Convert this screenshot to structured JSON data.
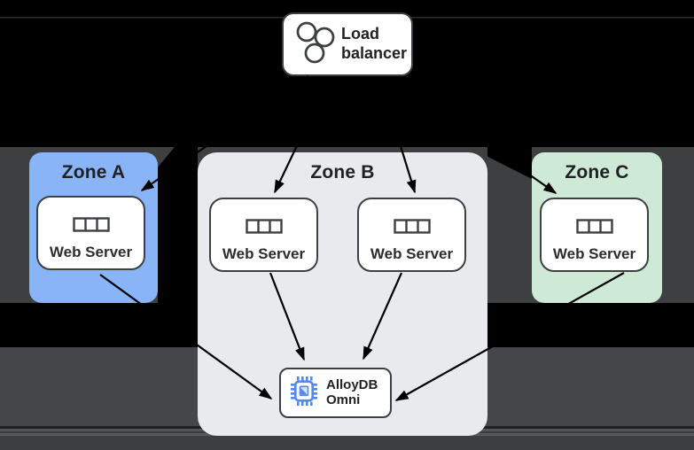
{
  "diagram": {
    "load_balancer": {
      "label": "Load balancer",
      "label_lines": [
        "Load",
        "balancer"
      ],
      "icon": "load-balancer-circles-icon"
    },
    "zones": [
      {
        "label": "Zone A",
        "color": "#8ab4f8",
        "servers": [
          {
            "label": "Web Server"
          }
        ]
      },
      {
        "label": "Zone B",
        "color": "#e8eaed",
        "servers": [
          {
            "label": "Web Server"
          },
          {
            "label": "Web Server"
          }
        ],
        "database": {
          "label": "AlloyDB Omni",
          "label_lines": [
            "AlloyDB",
            "Omni"
          ],
          "icon": "alloydb-chip-icon",
          "icon_color": "#5587f0"
        }
      },
      {
        "label": "Zone C",
        "color": "#ceead6",
        "servers": [
          {
            "label": "Web Server"
          }
        ]
      }
    ],
    "colors": {
      "page_background": "#000000",
      "band_upper": "#3e3f41",
      "band_lower": "#454649",
      "node_background": "#ffffff",
      "node_border": "#3c4043",
      "label_text": "#202124",
      "arrow": "#000000",
      "zone_a_fill": "#8ab4f8",
      "zone_b_fill": "#e8eaed",
      "zone_c_fill": "#ceead6",
      "alloydb_icon_blue": "#5587f0"
    },
    "edges": [
      {
        "from": "load-balancer",
        "to": "zone-a-web-server",
        "points": [
          [
            348,
            86
          ],
          [
            160,
            215
          ]
        ]
      },
      {
        "from": "load-balancer",
        "to": "zone-b-web-server-1",
        "points": [
          [
            372,
            87
          ],
          [
            310,
            217
          ]
        ]
      },
      {
        "from": "load-balancer",
        "to": "zone-b-web-server-2",
        "points": [
          [
            428,
            87
          ],
          [
            468,
            217
          ]
        ]
      },
      {
        "from": "load-balancer",
        "to": "zone-c-web-server",
        "points": [
          [
            440,
            87
          ],
          [
            627,
            218
          ]
        ]
      },
      {
        "from": "zone-a-web-server",
        "to": "alloydb-omni",
        "points": [
          [
            113,
            310
          ],
          [
            306,
            450
          ]
        ]
      },
      {
        "from": "zone-b-web-server-1",
        "to": "alloydb-omni",
        "points": [
          [
            305,
            308
          ],
          [
            343,
            406
          ]
        ]
      },
      {
        "from": "zone-b-web-server-2",
        "to": "alloydb-omni",
        "points": [
          [
            453,
            308
          ],
          [
            410,
            405
          ]
        ]
      },
      {
        "from": "zone-c-web-server",
        "to": "alloydb-omni",
        "points": [
          [
            704,
            308
          ],
          [
            447,
            452
          ]
        ]
      }
    ]
  }
}
